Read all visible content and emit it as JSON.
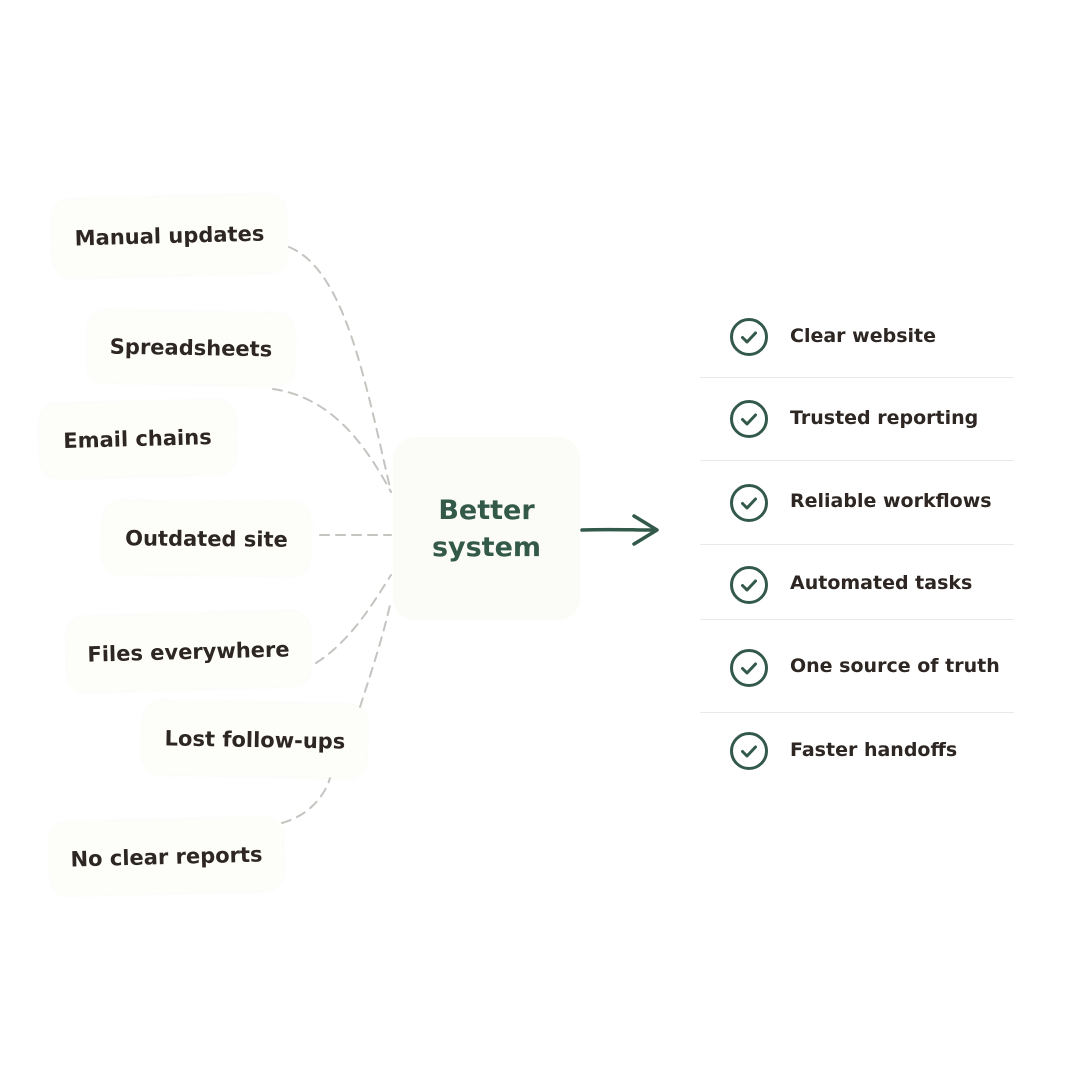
{
  "problems": [
    "Manual updates",
    "Spreadsheets",
    "Email chains",
    "Outdated site",
    "Files everywhere",
    "Lost follow-ups",
    "No clear reports"
  ],
  "hub": {
    "line1": "Better",
    "line2": "system"
  },
  "results": [
    "Clear website",
    "Trusted reporting",
    "Reliable workflows",
    "Automated tasks",
    "One source of truth",
    "Faster handoffs"
  ],
  "icons": {
    "result": "check-circle-icon",
    "transition": "arrow-right-icon"
  },
  "colors": {
    "accent": "#33594a",
    "text": "#2d2622",
    "connector": "#c4c4c0"
  }
}
